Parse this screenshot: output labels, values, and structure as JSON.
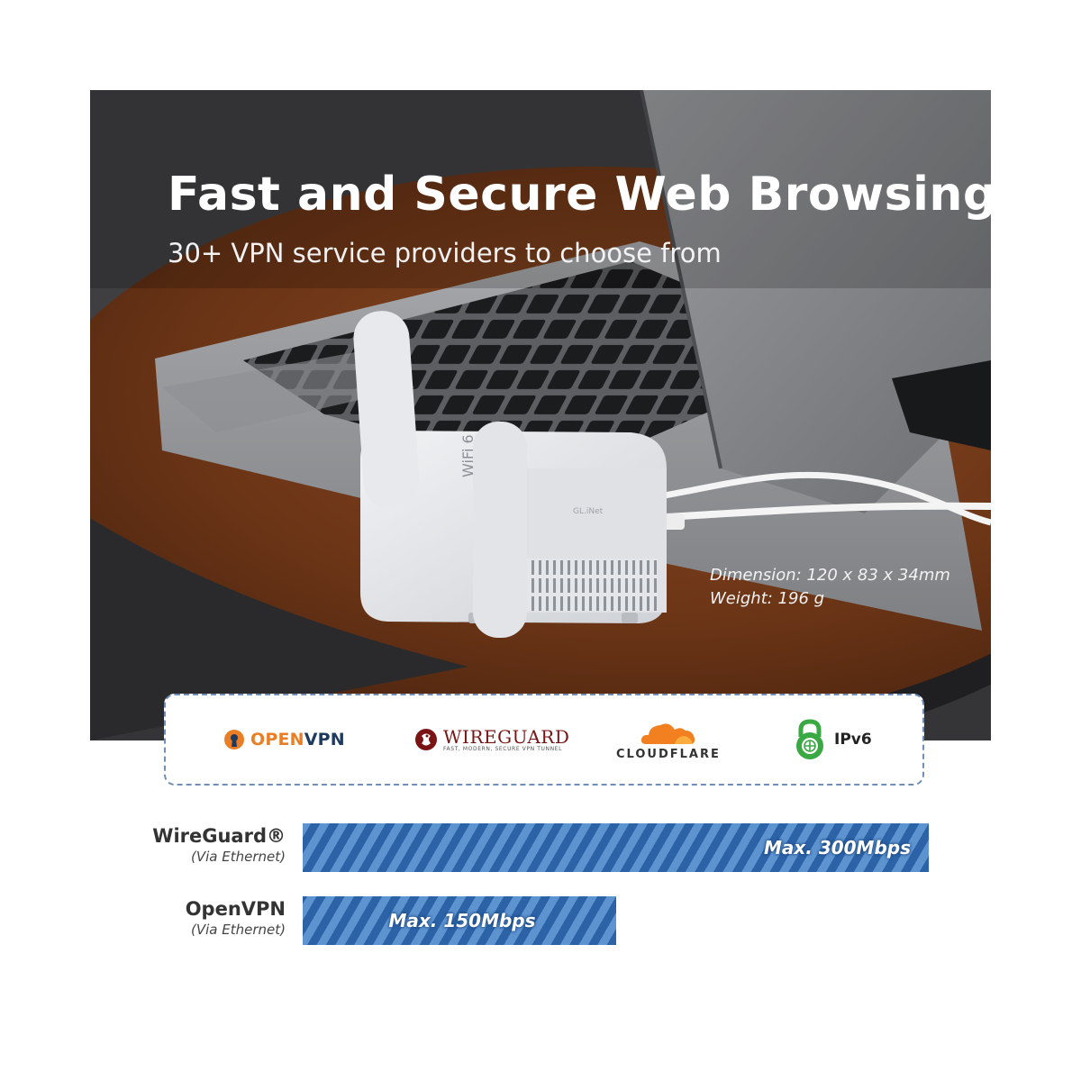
{
  "hero": {
    "title": "Fast and Secure Web Browsing",
    "subtitle": "30+ VPN service providers to choose from",
    "dimension": "Dimension: 120 x 83 x 34mm",
    "weight": "Weight: 196 g",
    "device_label": "WiFi 6",
    "device_brand": "GL.iNet"
  },
  "logos": {
    "openvpn": {
      "open": "OPEN",
      "vpn": "VPN"
    },
    "wireguard": {
      "name": "WIREGUARD",
      "tagline": "FAST, MODERN, SECURE VPN TUNNEL"
    },
    "cloudflare": {
      "name": "CLOUDFLARE"
    },
    "ipv6": {
      "name": "IPv6"
    }
  },
  "speeds": [
    {
      "name": "WireGuard®",
      "via": "(Via Ethernet)",
      "max_label": "Max. 300Mbps",
      "value_mbps": 300
    },
    {
      "name": "OpenVPN",
      "via": "(Via Ethernet)",
      "max_label": "Max. 150Mbps",
      "value_mbps": 150
    }
  ],
  "colors": {
    "bar_dark": "#2c62a6",
    "bar_light": "#5d93cf",
    "openvpn_orange": "#ea7e24",
    "openvpn_navy": "#1e3a5f",
    "wireguard_red": "#7a1414",
    "cloudflare_orange": "#f38020",
    "ipv6_green": "#3aa843",
    "dashed_border": "#6f8fb8"
  }
}
